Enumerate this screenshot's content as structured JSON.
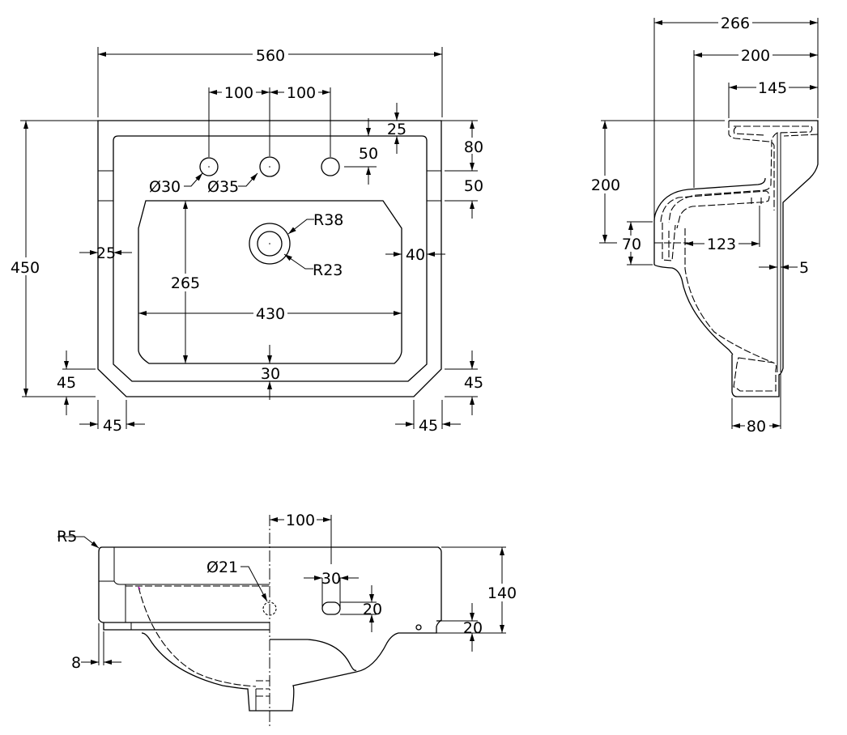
{
  "drawing": {
    "subject": "Basin technical drawing",
    "units": "mm",
    "stroke_color": "#000000",
    "background": "#ffffff"
  },
  "plan_view": {
    "overall_width": "560",
    "overall_depth": "450",
    "tap_spacing_left": "100",
    "tap_spacing_right": "100",
    "rim_to_tap_edge": "25",
    "tap_center_offset": "50",
    "back_to_ledge": "80",
    "ledge_depth": "50",
    "tap_hole_left": "Ø30",
    "tap_hole_center": "Ø35",
    "waste_outer_radius": "R38",
    "waste_inner_radius": "R23",
    "side_rim_left": "25",
    "side_rim_right": "40",
    "bowl_depth": "265",
    "bowl_width": "430",
    "front_rim": "30",
    "chamfer_left_vertical": "45",
    "chamfer_left_horizontal": "45",
    "chamfer_right_vertical": "45",
    "chamfer_right_horizontal": "45"
  },
  "side_view": {
    "overall_projection": "266",
    "bowl_projection": "200",
    "wall_bracket_projection": "145",
    "height_to_overflow": "200",
    "overflow_height": "70",
    "overflow_to_wall": "123",
    "wall_gap": "5",
    "base_depth": "80"
  },
  "front_view": {
    "corner_radius": "R5",
    "overflow_hole": "Ø21",
    "tap_offset": "100",
    "slot_width": "30",
    "slot_height": "20",
    "overall_height": "140",
    "lip_height": "20",
    "side_offset": "8"
  }
}
